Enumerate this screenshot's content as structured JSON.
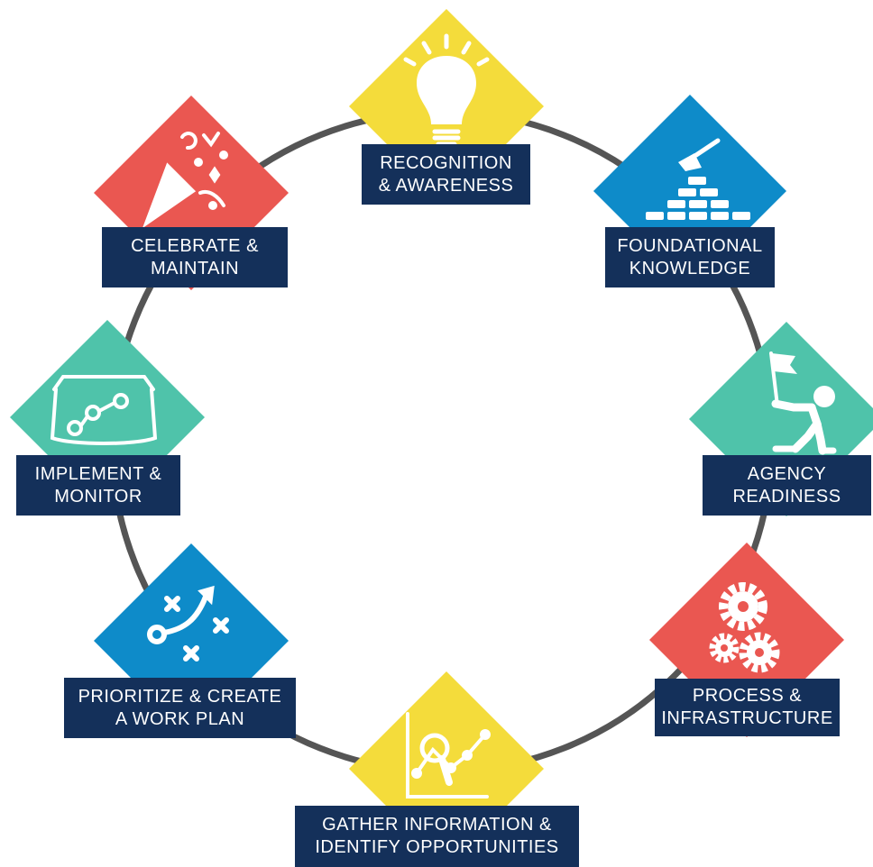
{
  "colors": {
    "ring": "#555555",
    "label_bg": "#14305a",
    "yellow": "#f4dc3b",
    "blue": "#0e8bc9",
    "teal": "#4fc3aa",
    "red": "#ea5751"
  },
  "stages": [
    {
      "id": "recognition",
      "line1": "RECOGNITION",
      "line2": "& AWARENESS",
      "color": "yellow",
      "icon": "lightbulb-icon"
    },
    {
      "id": "foundational",
      "line1": "FOUNDATIONAL",
      "line2": "KNOWLEDGE",
      "color": "blue",
      "icon": "brick-wall-trowel-icon"
    },
    {
      "id": "agency",
      "line1": "AGENCY",
      "line2": "READINESS",
      "color": "teal",
      "icon": "runner-flag-icon"
    },
    {
      "id": "process",
      "line1": "PROCESS &",
      "line2": "INFRASTRUCTURE",
      "color": "red",
      "icon": "gears-icon"
    },
    {
      "id": "gather",
      "line1": "GATHER INFORMATION &",
      "line2": "IDENTIFY OPPORTUNITIES",
      "color": "yellow",
      "icon": "chart-magnifier-icon"
    },
    {
      "id": "prioritize",
      "line1": "PRIORITIZE & CREATE",
      "line2": "A WORK PLAN",
      "color": "blue",
      "icon": "strategy-play-icon"
    },
    {
      "id": "implement",
      "line1": "IMPLEMENT &",
      "line2": "MONITOR",
      "color": "teal",
      "icon": "roadmap-scroll-icon"
    },
    {
      "id": "celebrate",
      "line1": "CELEBRATE &",
      "line2": "MAINTAIN",
      "color": "red",
      "icon": "party-popper-icon"
    }
  ]
}
